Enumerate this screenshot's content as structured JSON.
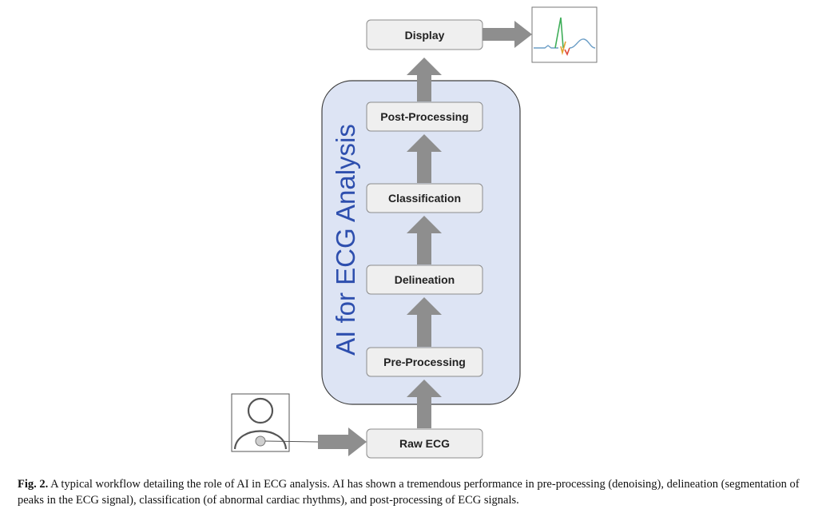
{
  "diagram": {
    "group_label": "AI for ECG Analysis",
    "steps": {
      "display": "Display",
      "post_processing": "Post-Processing",
      "classification": "Classification",
      "delineation": "Delineation",
      "pre_processing": "Pre-Processing",
      "raw_ecg": "Raw ECG"
    },
    "icons": [
      "person-icon",
      "ecg-waveform-icon"
    ],
    "colors": {
      "group_fill": "#dde4f4",
      "group_border": "#3f3f3f",
      "group_label": "#2e4fae",
      "box_fill": "#efefef",
      "box_border": "#8c8c8c",
      "arrow": "#8e8e8e"
    }
  },
  "caption": {
    "label": "Fig. 2.",
    "text": " A typical workflow detailing the role of AI in ECG analysis. AI has shown a tremendous performance in pre-processing (denoising), delineation (segmentation of peaks in the ECG signal), classification (of abnormal cardiac rhythms), and post-processing of ECG signals."
  }
}
